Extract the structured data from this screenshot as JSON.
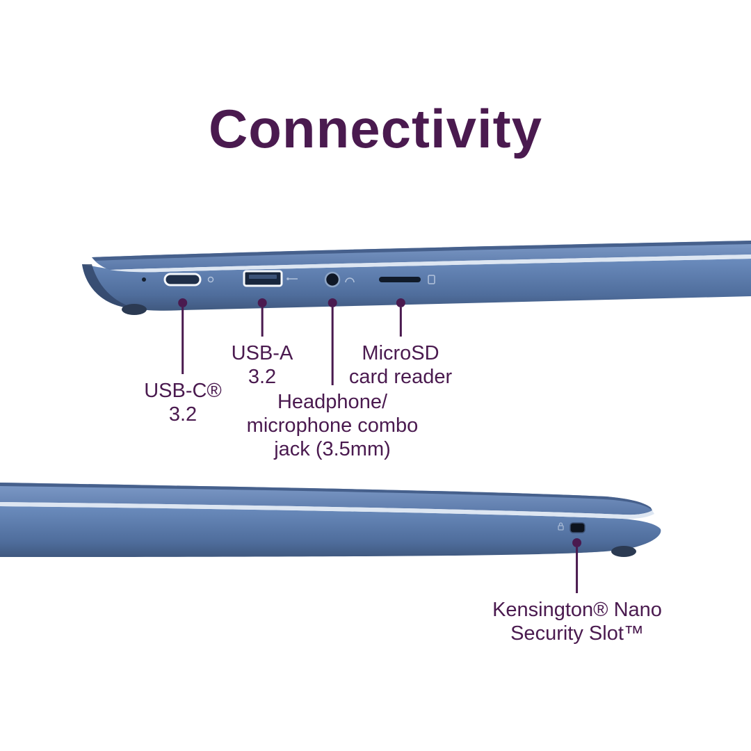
{
  "title": "Connectivity",
  "colors": {
    "accent_purple": "#4A1A4F",
    "laptop_blue": "#5C7AAB",
    "background": "#FFFFFF"
  },
  "top_view": {
    "ports": [
      "mic-hole",
      "usb-c-port",
      "usb-a-port",
      "headphone-jack",
      "microsd-slot"
    ],
    "callouts": [
      {
        "id": "usb-c",
        "lines": [
          "USB-C®",
          "3.2"
        ]
      },
      {
        "id": "usb-a",
        "lines": [
          "USB-A",
          "3.2"
        ]
      },
      {
        "id": "headphone",
        "lines": [
          "Headphone/",
          "microphone combo",
          "jack (3.5mm)"
        ]
      },
      {
        "id": "microsd",
        "lines": [
          "MicroSD",
          "card reader"
        ]
      }
    ]
  },
  "bottom_view": {
    "ports": [
      "kensington-slot"
    ],
    "callouts": [
      {
        "id": "kensington",
        "lines": [
          "Kensington® Nano",
          "Security Slot™"
        ]
      }
    ]
  }
}
